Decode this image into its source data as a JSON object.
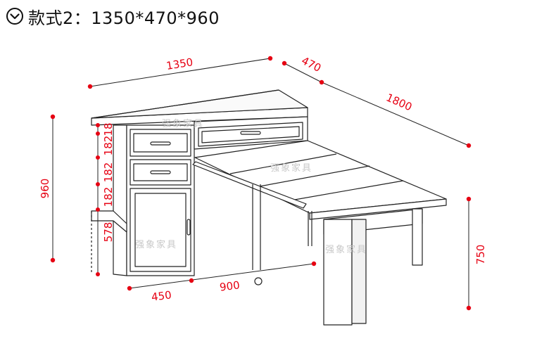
{
  "title": "款式2：1350*470*960",
  "colors": {
    "dimension": "#e60012",
    "outline": "#222222",
    "watermark": "#c8c8c8"
  },
  "icons": {
    "title": "chevron-circle-down-icon"
  },
  "dimensions": {
    "width_top": "1350",
    "depth_top": "470",
    "extended_length": "1800",
    "drawer_top": "18",
    "drawer_a": "182",
    "drawer_b": "182",
    "drawer_c": "182",
    "door_height": "578",
    "total_height": "960",
    "table_height": "750",
    "cabinet_base": "450",
    "table_span": "900"
  },
  "watermarks": [
    "强象家具",
    "强象家具",
    "强象家具",
    "强象家具"
  ]
}
